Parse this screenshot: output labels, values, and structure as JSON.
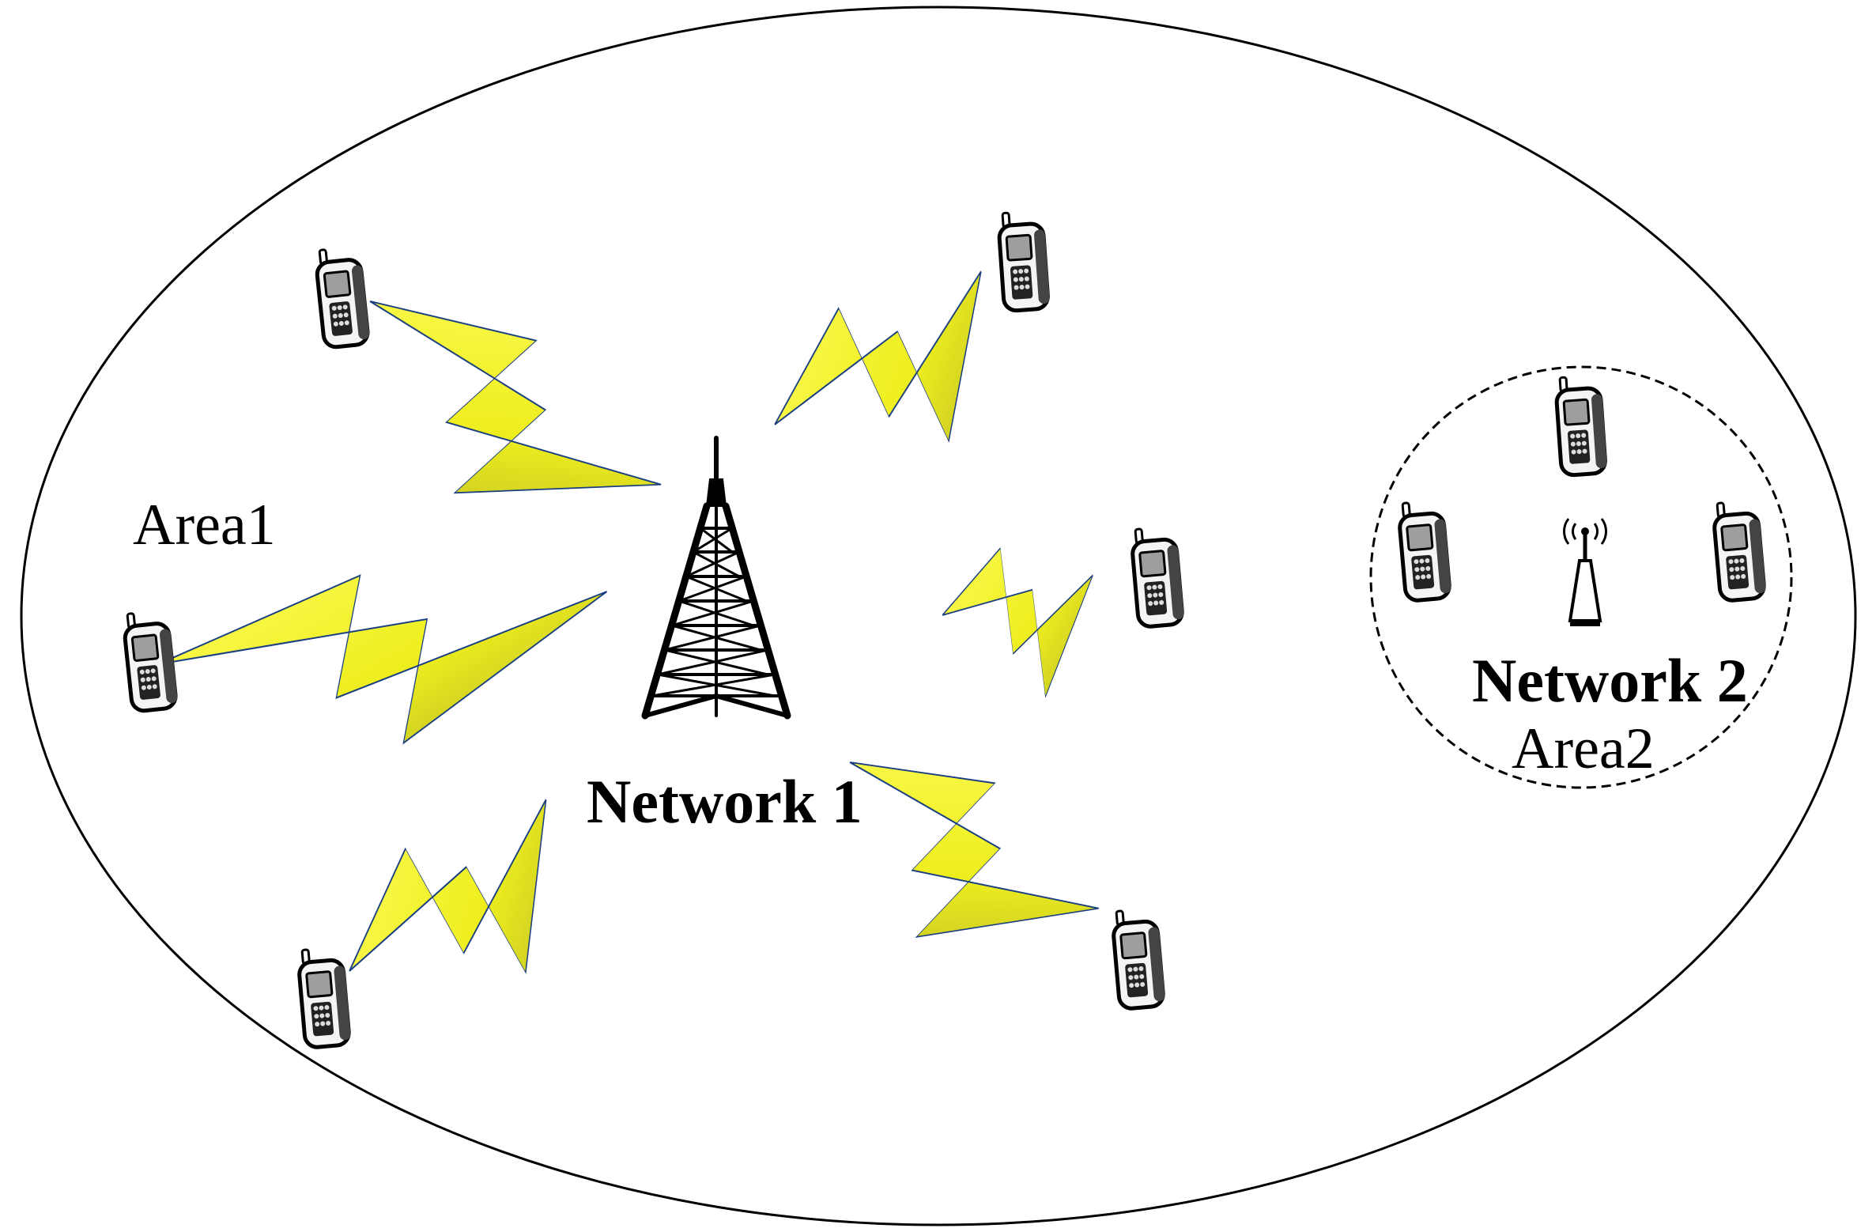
{
  "labels": {
    "area1": "Area1",
    "area2": "Area2",
    "network1": "Network 1",
    "network2": "Network 2"
  },
  "colors": {
    "outline": "#000000",
    "link_fill": "#f2f21a",
    "link_edge": "#1a3f80",
    "background": "#ffffff"
  },
  "icons": {
    "tower": "lattice-tower-icon",
    "access_point": "access-point-icon",
    "phone": "mobile-phone-icon"
  }
}
